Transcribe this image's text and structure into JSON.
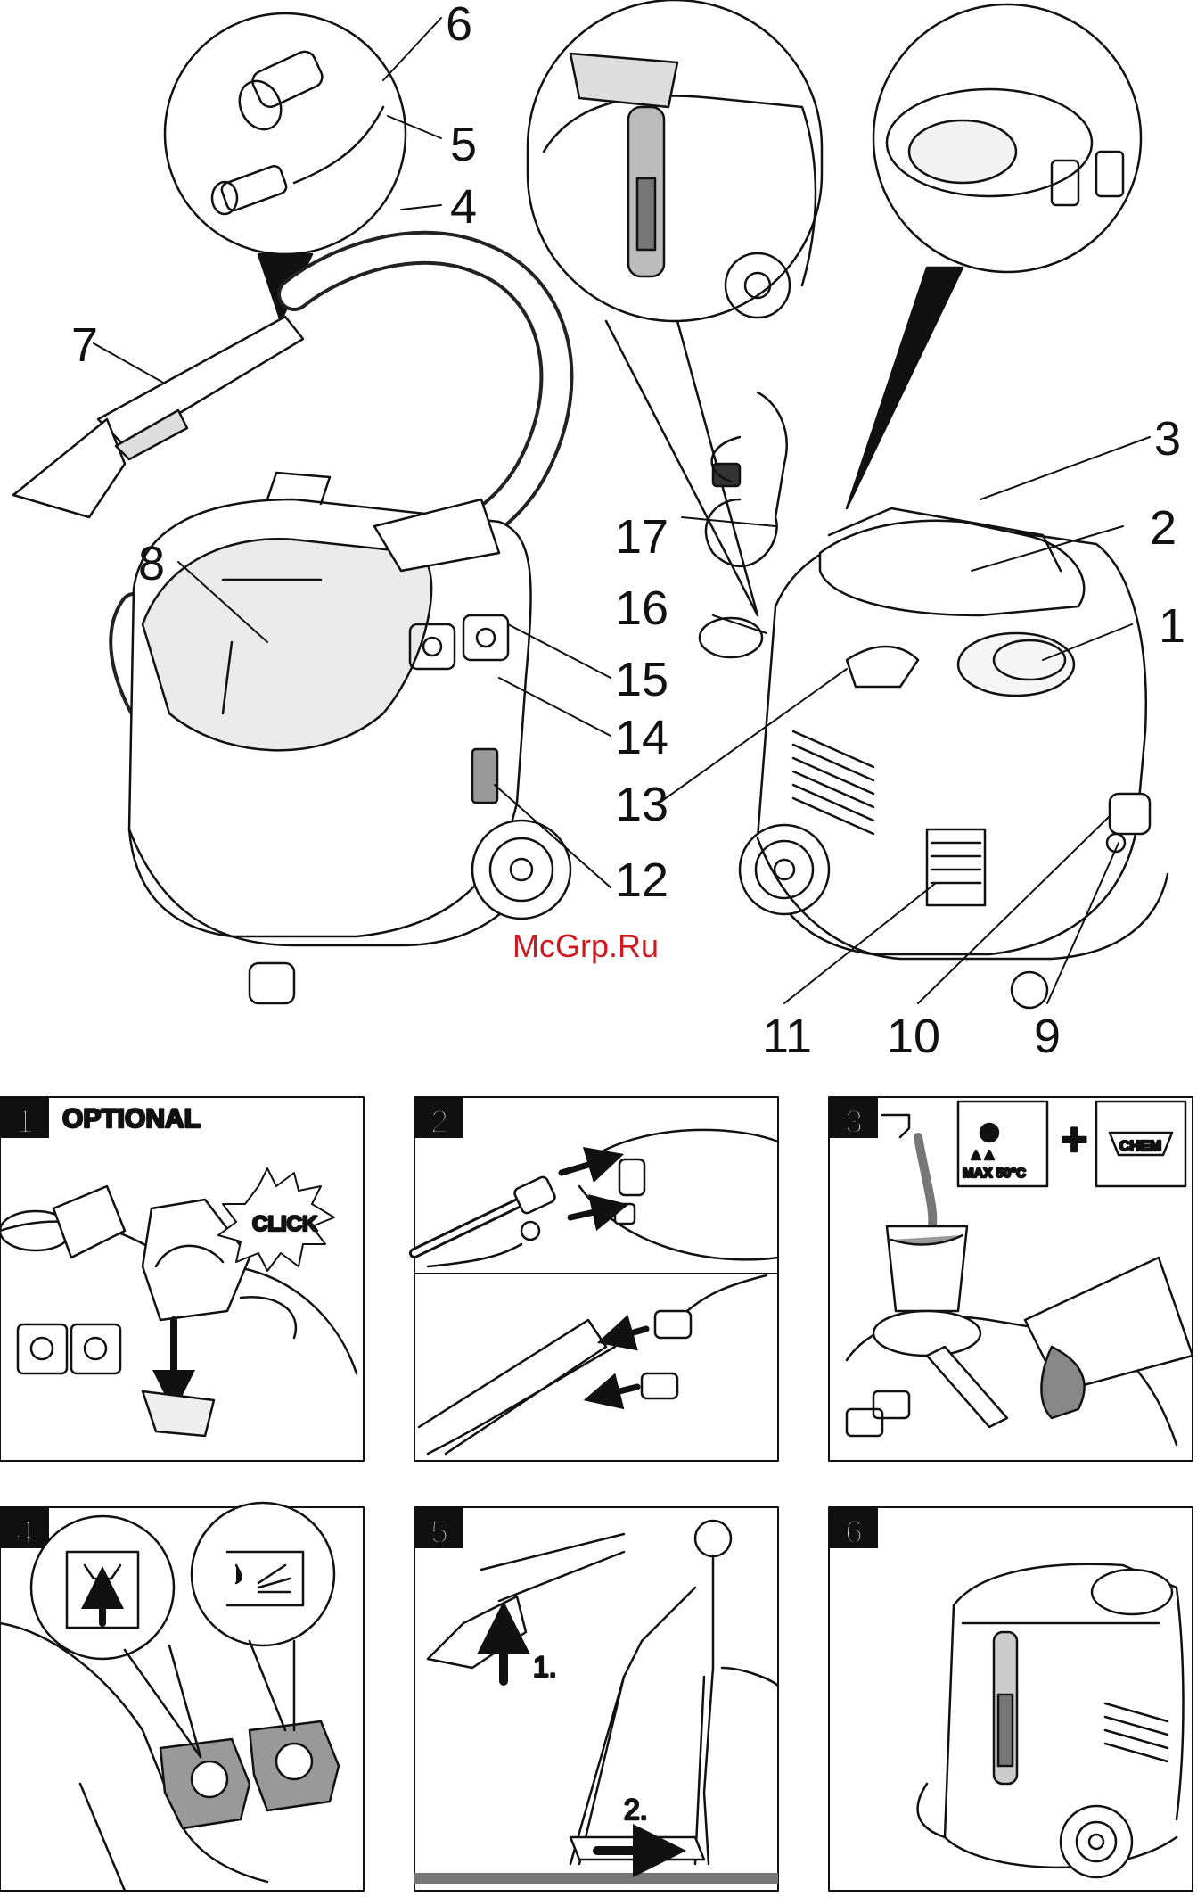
{
  "watermark": "McGrp.Ru",
  "parts": [
    "1",
    "2",
    "3",
    "4",
    "5",
    "6",
    "7",
    "8",
    "9",
    "10",
    "11",
    "12",
    "13",
    "14",
    "15",
    "16",
    "17"
  ],
  "panels": [
    {
      "number": "1",
      "caption": "OPTIONAL",
      "callout": "CLICK"
    },
    {
      "number": "2"
    },
    {
      "number": "3",
      "temp_label": "MAX 50°C",
      "plus": "+",
      "chem": "CHEM"
    },
    {
      "number": "4"
    },
    {
      "number": "5",
      "step1": "1.",
      "step2": "2."
    },
    {
      "number": "6"
    }
  ]
}
